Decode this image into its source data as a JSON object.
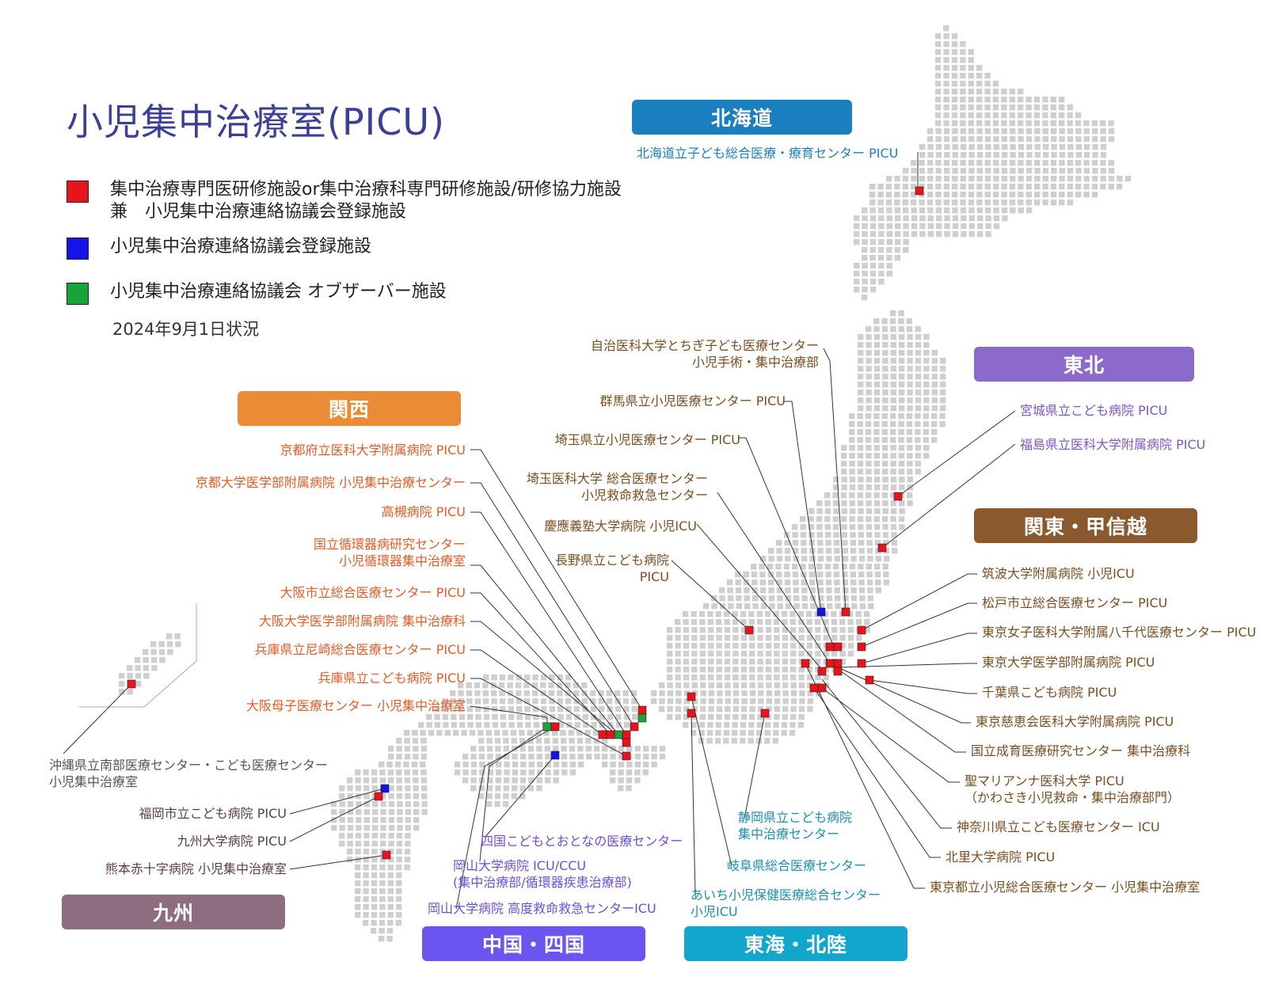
{
  "title": "小児集中治療室(PICU)",
  "legend": [
    {
      "color": "#e8141b",
      "text": "集中治療専門医研修施設or集中治療科専門研修施設/研修協力施設\n兼　小児集中治療連絡協議会登録施設"
    },
    {
      "color": "#1414e6",
      "text": "小児集中治療連絡協議会登録施設"
    },
    {
      "color": "#1aa33a",
      "text": "小児集中治療連絡協議会 オブザーバー施設"
    }
  ],
  "date": "2024年9月1日状況",
  "colors": {
    "map_cell": "#cfcfcf",
    "leader": "#333333"
  },
  "regions": {
    "hokkaido": {
      "label": "北海道",
      "color": "#1a7fbe"
    },
    "tohoku": {
      "label": "東北",
      "color": "#8b6ac9"
    },
    "kanto": {
      "label": "関東・甲信越",
      "color": "#8a5a2e"
    },
    "kansai": {
      "label": "関西",
      "color": "#ea8c35"
    },
    "chugoku": {
      "label": "中国・四国",
      "color": "#6a55f0"
    },
    "tokai": {
      "label": "東海・北陸",
      "color": "#12a6cc"
    },
    "kyushu": {
      "label": "九州",
      "color": "#8e6d80"
    }
  },
  "facilities": {
    "hokkaido": [
      "北海道立子ども総合医療・療育センター PICU"
    ],
    "tohoku": [
      "宮城県立こども病院 PICU",
      "福島県立医科大学附属病院 PICU"
    ],
    "kanto_left": [
      "自治医科大学とちぎ子ども医療センター\n小児手術・集中治療部",
      "群馬県立小児医療センター PICU",
      "埼玉県立小児医療センター PICU",
      "埼玉医科大学 総合医療センター\n小児救命救急センター",
      "慶應義塾大学病院 小児ICU",
      "長野県立こども病院\nPICU"
    ],
    "kanto_right": [
      "筑波大学附属病院 小児ICU",
      "松戸市立総合医療センター PICU",
      "東京女子医科大学附属八千代医療センター PICU",
      "東京大学医学部附属病院 PICU",
      "千葉県こども病院 PICU",
      "東京慈恵会医科大学附属病院 PICU",
      "国立成育医療研究センター 集中治療科",
      "聖マリアンナ医科大学 PICU\n（かわさき小児救命・集中治療部門）",
      "神奈川県立こども医療センター ICU",
      "北里大学病院 PICU",
      "東京都立小児総合医療センター 小児集中治療室"
    ],
    "kansai": [
      "京都府立医科大学附属病院 PICU",
      "京都大学医学部附属病院 小児集中治療センター",
      "高槻病院 PICU",
      "国立循環器病研究センター\n小児循環器集中治療室",
      "大阪市立総合医療センター PICU",
      "大阪大学医学部附属病院 集中治療科",
      "兵庫県立尼崎総合医療センター PICU",
      "兵庫県立こども病院 PICU",
      "大阪母子医療センター 小児集中治療室"
    ],
    "chugoku": [
      "四国こどもとおとなの医療センター",
      "岡山大学病院 ICU/CCU\n(集中治療部/循環器疾患治療部)",
      "岡山大学病院 高度救命救急センターICU"
    ],
    "tokai": [
      "静岡県立こども病院\n集中治療センター",
      "岐阜県総合医療センター",
      "あいち小児保健医療総合センター\n小児ICU"
    ],
    "kyushu": [
      "福岡市立こども病院 PICU",
      "九州大学病院 PICU",
      "熊本赤十字病院 小児集中治療室"
    ],
    "okinawa": [
      "沖縄県立南部医療センター・こども医療センター\n小児集中治療室"
    ]
  }
}
